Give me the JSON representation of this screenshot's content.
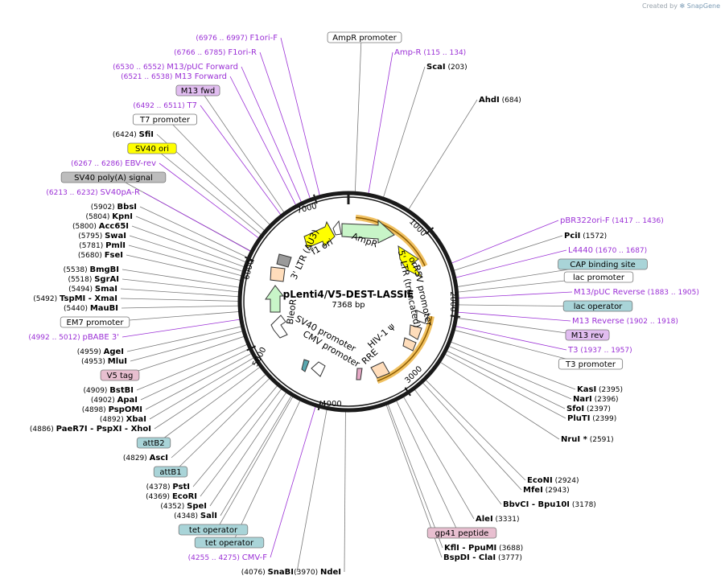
{
  "credit": {
    "prefix": "Created by",
    "brand": "SnapGene"
  },
  "plasmid": {
    "name": "pLenti4/V5-DEST-LASSIE",
    "size": "7368 bp"
  },
  "ruler": [
    "1000",
    "2000",
    "3000",
    "4000",
    "5000",
    "6000",
    "7000"
  ],
  "features": [
    {
      "label": "AmpR"
    },
    {
      "label": "ori"
    },
    {
      "label": "RSV promoter"
    },
    {
      "label": "5' LTR (truncated)"
    },
    {
      "label": "HIV-1 ψ"
    },
    {
      "label": "RRE"
    },
    {
      "label": "CMV promoter"
    },
    {
      "label": "SV40 promoter"
    },
    {
      "label": "BleoR"
    },
    {
      "label": "3' LTR (ΔU3)"
    },
    {
      "label": "f1 ori"
    }
  ],
  "colors": {
    "backbone": "#1a1a1a",
    "primer": "#9b30d6",
    "amp": "#c8f5c8",
    "ori": "#ffff00",
    "promoter": "#ffffff",
    "orange": "#f0c060",
    "peach": "#ffddbb",
    "gray": "#9a9a9a"
  },
  "labels": [
    {
      "kind": "primer",
      "name": "F1ori-F",
      "pos": "(6976 .. 6997)"
    },
    {
      "kind": "primer",
      "name": "F1ori-R",
      "pos": "(6766 .. 6785)"
    },
    {
      "kind": "primer",
      "name": "M13/pUC Forward",
      "pos": "(6530 .. 6552)"
    },
    {
      "kind": "primer",
      "name": "M13 Forward",
      "pos": "(6521 .. 6538)"
    },
    {
      "kind": "boxp",
      "name": "M13 fwd"
    },
    {
      "kind": "primer",
      "name": "T7",
      "pos": "(6492 .. 6511)"
    },
    {
      "kind": "boxw",
      "name": "T7 promoter"
    },
    {
      "kind": "site",
      "name": "SfiI",
      "pos": "(6424)"
    },
    {
      "kind": "boxy",
      "name": "SV40 ori"
    },
    {
      "kind": "primer",
      "name": "EBV-rev",
      "pos": "(6267 .. 6286)"
    },
    {
      "kind": "boxg",
      "name": "SV40 poly(A) signal"
    },
    {
      "kind": "primer",
      "name": "SV40pA-R",
      "pos": "(6213 .. 6232)"
    },
    {
      "kind": "site",
      "name": "BbsI",
      "pos": "(5902)"
    },
    {
      "kind": "site",
      "name": "KpnI",
      "pos": "(5804)"
    },
    {
      "kind": "site",
      "name": "Acc65I",
      "pos": "(5800)"
    },
    {
      "kind": "site",
      "name": "SwaI",
      "pos": "(5795)"
    },
    {
      "kind": "site",
      "name": "PmlI",
      "pos": "(5781)"
    },
    {
      "kind": "site",
      "name": "FseI",
      "pos": "(5680)"
    },
    {
      "kind": "site",
      "name": "BmgBI",
      "pos": "(5538)"
    },
    {
      "kind": "site",
      "name": "SgrAI",
      "pos": "(5518)"
    },
    {
      "kind": "site",
      "name": "SmaI",
      "pos": "(5494)"
    },
    {
      "kind": "site",
      "name": "TspMI",
      "pos": "(5492)",
      "name2": "XmaI"
    },
    {
      "kind": "site",
      "name": "MauBI",
      "pos": "(5440)"
    },
    {
      "kind": "boxw",
      "name": "EM7 promoter"
    },
    {
      "kind": "primer",
      "name": "pBABE 3'",
      "pos": "(4992 .. 5012)"
    },
    {
      "kind": "site",
      "name": "AgeI",
      "pos": "(4959)"
    },
    {
      "kind": "site",
      "name": "MluI",
      "pos": "(4953)"
    },
    {
      "kind": "boxpink",
      "name": "V5 tag"
    },
    {
      "kind": "site",
      "name": "BstBI",
      "pos": "(4909)"
    },
    {
      "kind": "site",
      "name": "ApaI",
      "pos": "(4902)"
    },
    {
      "kind": "site",
      "name": "PspOMI",
      "pos": "(4898)"
    },
    {
      "kind": "site",
      "name": "XbaI",
      "pos": "(4892)"
    },
    {
      "kind": "site",
      "name": "PaeR7I",
      "pos": "(4886)",
      "name2": "PspXI",
      "name3": "XhoI"
    },
    {
      "kind": "boxb",
      "name": "attB2"
    },
    {
      "kind": "site",
      "name": "AscI",
      "pos": "(4829)"
    },
    {
      "kind": "boxb",
      "name": "attB1"
    },
    {
      "kind": "site",
      "name": "PstI",
      "pos": "(4378)"
    },
    {
      "kind": "site",
      "name": "EcoRI",
      "pos": "(4369)"
    },
    {
      "kind": "site",
      "name": "SpeI",
      "pos": "(4352)"
    },
    {
      "kind": "site",
      "name": "SalI",
      "pos": "(4348)"
    },
    {
      "kind": "boxb",
      "name": "tet operator"
    },
    {
      "kind": "boxb",
      "name": "tet operator"
    },
    {
      "kind": "primer",
      "name": "CMV-F",
      "pos": "(4255 .. 4275)"
    },
    {
      "kind": "site",
      "name": "SnaBI",
      "pos": "(4076)"
    },
    {
      "kind": "site",
      "name": "NdeI",
      "pos": "(3970)"
    },
    {
      "kind": "site",
      "name": "BspDI",
      "pos": "(3777)",
      "name2": "ClaI"
    },
    {
      "kind": "site",
      "name": "KflI",
      "pos": "(3688)",
      "name2": "PpuMI"
    },
    {
      "kind": "boxpink",
      "name": "gp41 peptide"
    },
    {
      "kind": "site",
      "name": "AleI",
      "pos": "(3331)"
    },
    {
      "kind": "site",
      "name": "BbvCI",
      "pos": "(3178)",
      "name2": "Bpu10I"
    },
    {
      "kind": "site",
      "name": "MfeI",
      "pos": "(2943)"
    },
    {
      "kind": "site",
      "name": "EcoNI",
      "pos": "(2924)"
    },
    {
      "kind": "site",
      "name": "NruI *",
      "pos": "(2591)"
    },
    {
      "kind": "site",
      "name": "PluTI",
      "pos": "(2399)"
    },
    {
      "kind": "site",
      "name": "SfoI",
      "pos": "(2397)"
    },
    {
      "kind": "site",
      "name": "NarI",
      "pos": "(2396)"
    },
    {
      "kind": "site",
      "name": "KasI",
      "pos": "(2395)"
    },
    {
      "kind": "boxw",
      "name": "T3 promoter"
    },
    {
      "kind": "primer",
      "name": "T3",
      "pos": "(1937 .. 1957)"
    },
    {
      "kind": "boxp",
      "name": "M13 rev"
    },
    {
      "kind": "primer",
      "name": "M13 Reverse",
      "pos": "(1902 .. 1918)"
    },
    {
      "kind": "boxb",
      "name": "lac operator"
    },
    {
      "kind": "primer",
      "name": "M13/pUC Reverse",
      "pos": "(1883 .. 1905)"
    },
    {
      "kind": "boxw",
      "name": "lac promoter"
    },
    {
      "kind": "boxb",
      "name": "CAP binding site"
    },
    {
      "kind": "primer",
      "name": "L4440",
      "pos": "(1670 .. 1687)"
    },
    {
      "kind": "site",
      "name": "PciI",
      "pos": "(1572)"
    },
    {
      "kind": "primer",
      "name": "pBR322ori-F",
      "pos": "(1417 .. 1436)"
    },
    {
      "kind": "site",
      "name": "AhdI",
      "pos": "(684)"
    },
    {
      "kind": "site",
      "name": "ScaI",
      "pos": "(203)"
    },
    {
      "kind": "primer",
      "name": "Amp-R",
      "pos": "(115 .. 134)"
    },
    {
      "kind": "boxw",
      "name": "AmpR promoter"
    }
  ]
}
